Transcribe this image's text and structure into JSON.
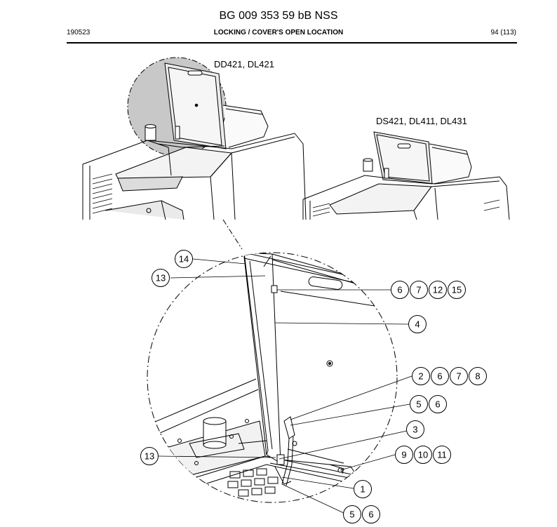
{
  "header": {
    "title": "BG 009 353 59 bB NSS",
    "left": "190523",
    "center": "LOCKING / COVER'S OPEN LOCATION",
    "right": "94 (113)"
  },
  "labels": {
    "model_a": "DD421, DL421",
    "model_b": "DS421, DL411, DL431"
  },
  "callouts": [
    {
      "id": "c14",
      "text": "14"
    },
    {
      "id": "c13a",
      "text": "13"
    },
    {
      "id": "c6a",
      "text": "6"
    },
    {
      "id": "c7a",
      "text": "7"
    },
    {
      "id": "c12",
      "text": "12"
    },
    {
      "id": "c15",
      "text": "15"
    },
    {
      "id": "c4",
      "text": "4"
    },
    {
      "id": "c2",
      "text": "2"
    },
    {
      "id": "c6b",
      "text": "6"
    },
    {
      "id": "c7b",
      "text": "7"
    },
    {
      "id": "c8",
      "text": "8"
    },
    {
      "id": "c5a",
      "text": "5"
    },
    {
      "id": "c6c",
      "text": "6"
    },
    {
      "id": "c3",
      "text": "3"
    },
    {
      "id": "c13b",
      "text": "13"
    },
    {
      "id": "c9",
      "text": "9"
    },
    {
      "id": "c10",
      "text": "10"
    },
    {
      "id": "c11",
      "text": "11"
    },
    {
      "id": "c1",
      "text": "1"
    },
    {
      "id": "c5b",
      "text": "5"
    },
    {
      "id": "c6d",
      "text": "6"
    }
  ]
}
